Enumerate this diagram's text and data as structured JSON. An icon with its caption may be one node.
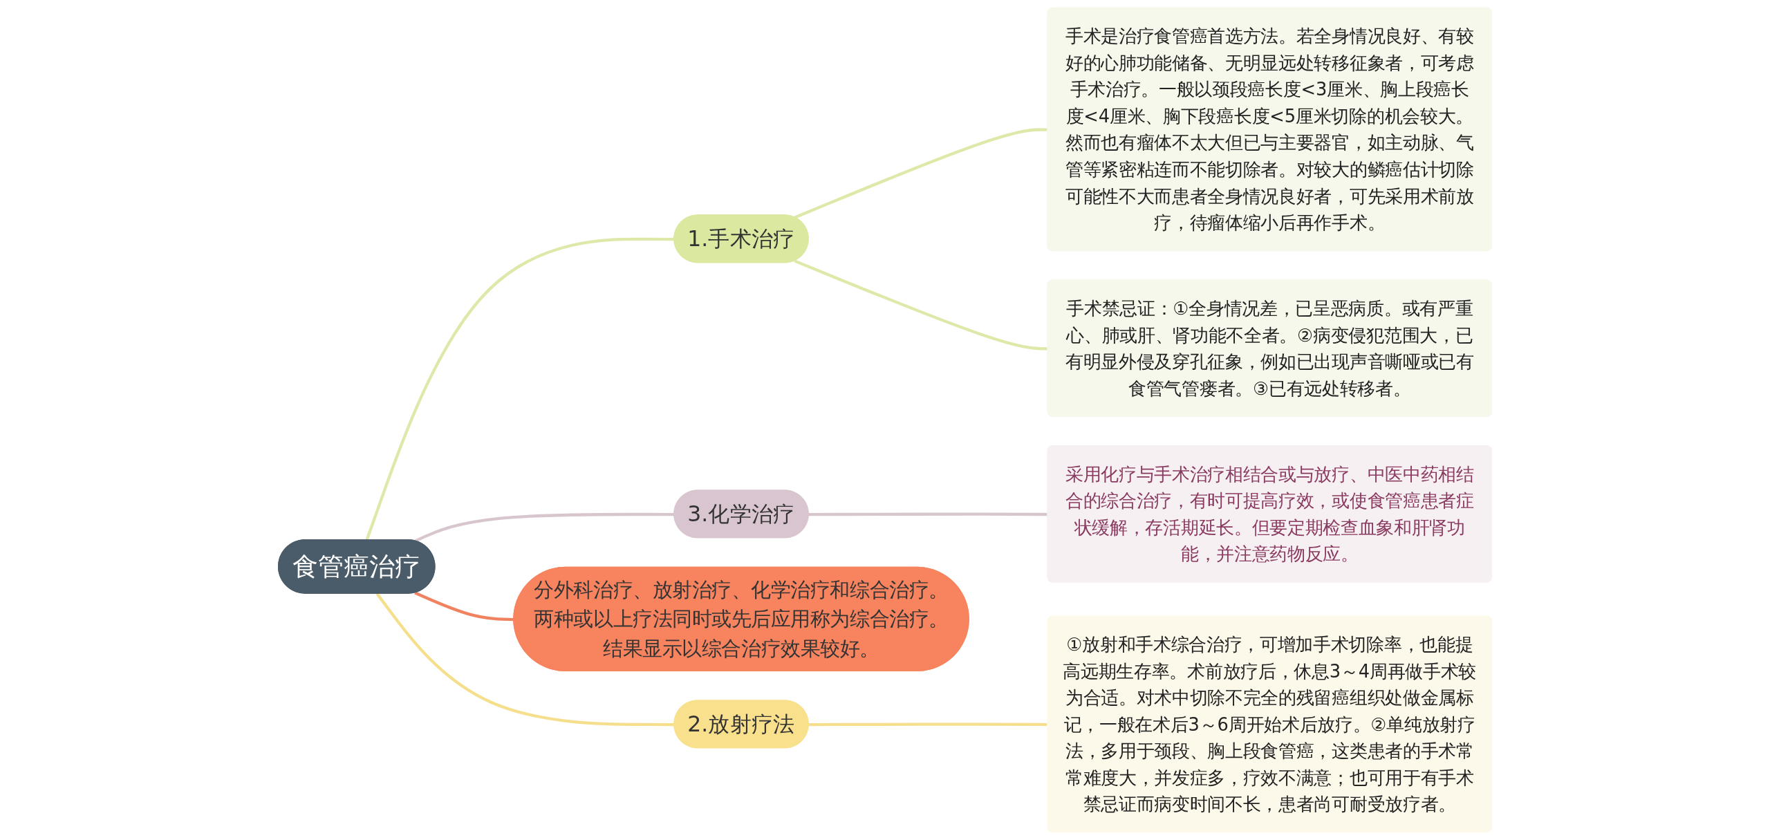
{
  "diagram": {
    "nodes": [
      {
        "text": [
          "食管癌治疗"
        ]
      },
      {
        "text": [
          "1.手术治疗"
        ]
      },
      {
        "text": [
          "手术是治疗食管癌首选方法。若全身情况良好、有较好的心肺功能储备、无明显远处转移征象者，可考虑手术治疗。一般以颈段癌长度<3厘米、胸上段癌长度<4厘米、胸下段癌长度<5厘米切除的机会较大。然而也有瘤体不太大但已与主要器官，如主动脉、气管等紧密粘连而不能切除者。对较大的鳞癌估计切除可能性不大而患者全身情况良好者，可先采用术前放疗，待瘤体缩小后再作手术。"
        ]
      },
      {
        "text": [
          "手术禁忌证：①全身情况差，已呈恶病质。或有严重心、肺或肝、肾功能不全者。②病变侵犯范围大，已有明显外侵及穿孔征象，例如已出现声音嘶哑或已有食管气管瘘者。③已有远处转移者。"
        ]
      },
      {
        "text": [
          "3.化学治疗"
        ]
      },
      {
        "text": [
          "采用化疗与手术治疗相结合或与放疗、中医中药相结合的综合治疗，有时可提高疗效，或使食管癌患者症状缓解，存活期延长。但要定期检查血象和肝肾功能，并注意药物反应。"
        ]
      },
      {
        "text": [
          "分外科治疗、放射治疗、化学治疗和综合治疗。两种或以上疗法同时或先后应用称为综合治疗。结果显示以综合治疗效果较好。"
        ]
      },
      {
        "text": [
          "2.放射疗法"
        ]
      },
      {
        "text": [
          "①放射和手术综合治疗，可增加手术切除率，也能提高远期生存率。术前放疗后，休息3～4周再做手术较为合适。对术中切除不完全的残留癌组织处做金属标记，一般在术后3～6周开始术后放疗。②单纯放射疗法，多用于颈段、胸上段食管癌，这类患者的手术常常难度大，并发症多，疗效不满意；也可用于有手术禁忌证而病变时间不长，患者尚可耐受放疗者。"
        ]
      }
    ],
    "edges": [
      {
        "from": 0,
        "to": 1,
        "arrow": "none",
        "color": "#dfe8a8"
      },
      {
        "from": 1,
        "to": 2,
        "arrow": "none",
        "color": "#dfe8a8"
      },
      {
        "from": 1,
        "to": 3,
        "arrow": "none",
        "color": "#dfe8a8"
      },
      {
        "from": 0,
        "to": 4,
        "arrow": "none",
        "color": "#d8c6cf"
      },
      {
        "from": 4,
        "to": 5,
        "arrow": "none",
        "color": "#d8c6cf"
      },
      {
        "from": 0,
        "to": 6,
        "arrow": "none",
        "color": "#f0825f"
      },
      {
        "from": 0,
        "to": 7,
        "arrow": "none",
        "color": "#f5df8c"
      },
      {
        "from": 7,
        "to": 8,
        "arrow": "none",
        "color": "#f5df8c"
      }
    ]
  }
}
